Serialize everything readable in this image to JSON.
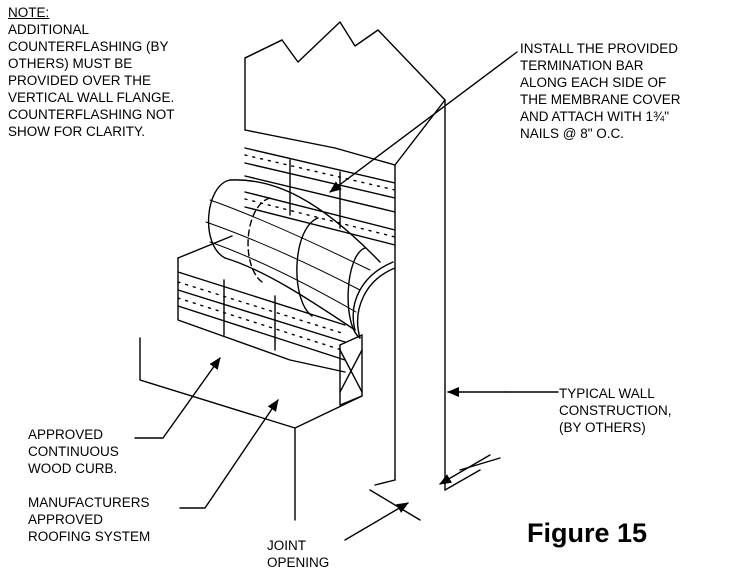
{
  "note": {
    "heading": "NOTE:",
    "lines": [
      "ADDITIONAL",
      "COUNTERFLASHING (BY",
      "OTHERS) MUST BE",
      "PROVIDED OVER THE",
      "VERTICAL WALL FLANGE.",
      "COUNTERFLASHING NOT",
      "SHOW FOR CLARITY."
    ]
  },
  "callouts": {
    "termination_bar": [
      "INSTALL THE PROVIDED",
      "TERMINATION BAR",
      "ALONG EACH SIDE OF",
      "THE MEMBRANE COVER",
      "AND ATTACH WITH 1¾\"",
      "NAILS @ 8\" O.C."
    ],
    "wall": [
      "TYPICAL WALL",
      "CONSTRUCTION,",
      "(BY OTHERS)"
    ],
    "curb": [
      "APPROVED",
      "CONTINUOUS",
      "WOOD CURB."
    ],
    "roofing": [
      "MANUFACTURERS",
      "APPROVED",
      "ROOFING SYSTEM"
    ],
    "joint": [
      "JOINT",
      "OPENING"
    ]
  },
  "figure_label": "Figure 15"
}
